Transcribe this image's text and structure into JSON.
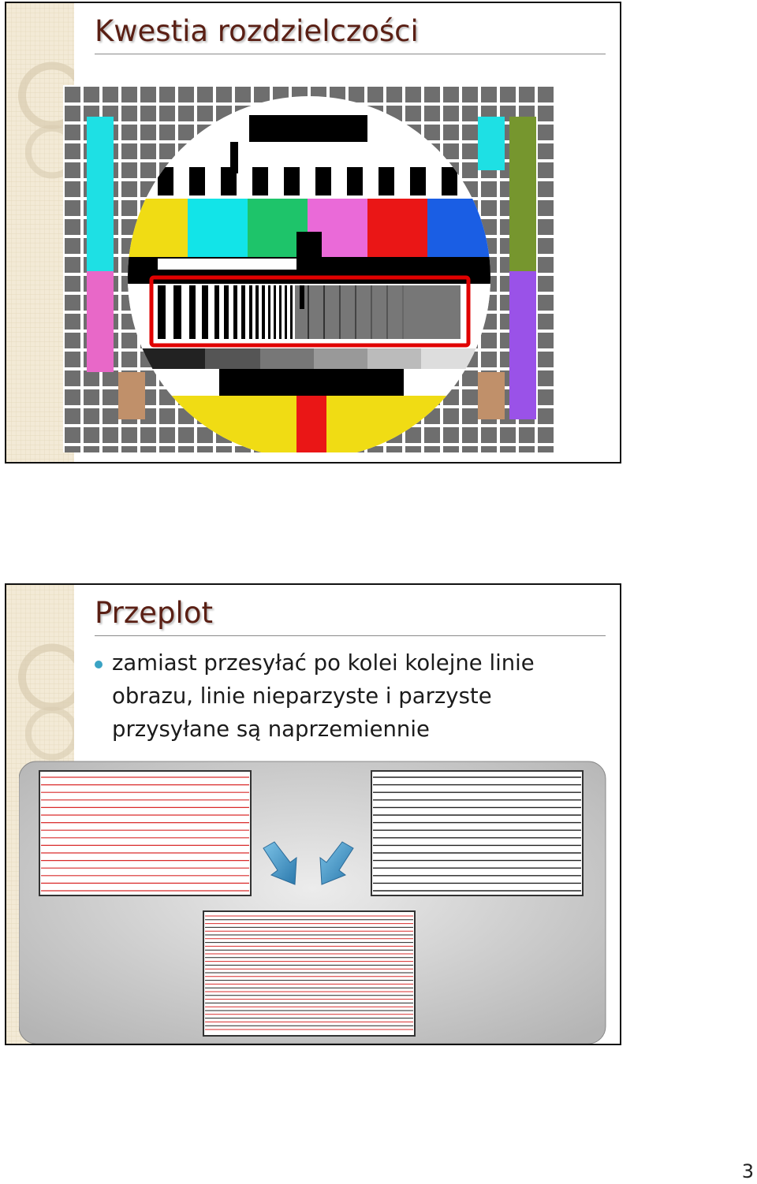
{
  "slides": [
    {
      "title": "Kwestia rozdzielczości",
      "image": "tv-test-card"
    },
    {
      "title": "Przeplot",
      "bullets": [
        "zamiast przesyłać po kolei kolejne linie obrazu, linie nieparzyste i parzyste przysyłane są naprzemiennie"
      ],
      "diagram": {
        "odd_field_line_color": "#d92b2b",
        "even_field_line_color": "#222222",
        "arrow_color": "#3a8fc0"
      }
    }
  ],
  "colors": {
    "title": "#5a1f14",
    "bullet": "#3aa3c4",
    "highlight_box": "#e00000"
  },
  "page_number": "3"
}
